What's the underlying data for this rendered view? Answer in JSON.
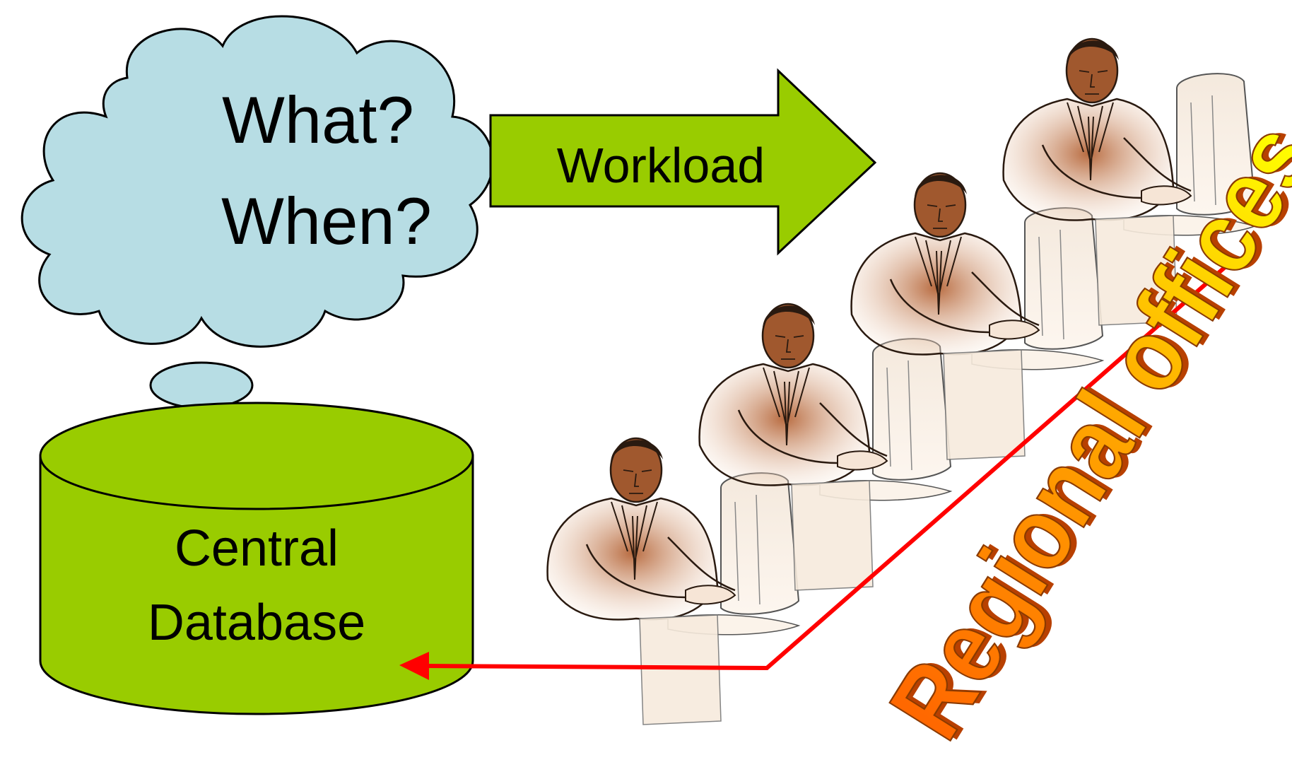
{
  "thought_cloud": {
    "line1": "What?",
    "line2": "When?",
    "fill_color": "#b7dde4"
  },
  "workload_arrow": {
    "label": "Workload",
    "fill_color": "#99cc00"
  },
  "database": {
    "line1": "Central",
    "line2": "Database",
    "fill_color": "#99cc00"
  },
  "regional_offices": {
    "label": "Regional offices",
    "gradient_top": "#ffff00",
    "gradient_bottom": "#ff6600",
    "workers": 4
  },
  "flow_line": {
    "color": "#ff0000"
  }
}
